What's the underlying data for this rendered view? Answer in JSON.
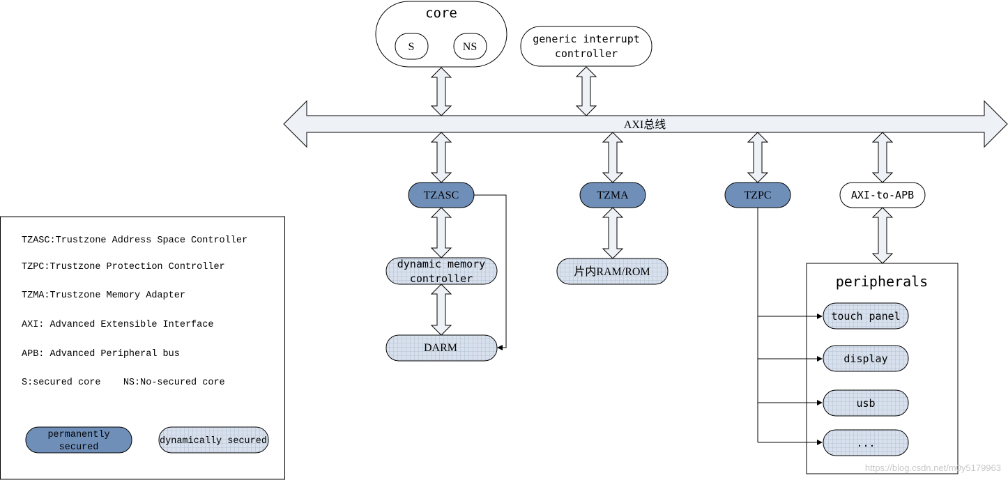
{
  "colors": {
    "permanent_fill": "#6f8fb9",
    "dynamic_fill": "#cdd7e6",
    "stroke": "#000000",
    "bus_fill": "#eef2f7"
  },
  "bus": {
    "label": "AXI总线"
  },
  "core": {
    "label": "core",
    "secure": "S",
    "nonsecure": "NS"
  },
  "gic": {
    "line1": "generic interrupt",
    "line2": "controller"
  },
  "nodes": {
    "tzasc": "TZASC",
    "tzma": "TZMA",
    "tzpc": "TZPC",
    "axi_apb": "AXI-to-APB",
    "dmc_line1": "dynamic memory",
    "dmc_line2": "controller",
    "darm": "DARM",
    "ram_rom": "片内RAM/ROM"
  },
  "peripherals": {
    "title": "peripherals",
    "items": [
      "touch panel",
      "display",
      "usb",
      "..."
    ]
  },
  "legend": {
    "lines": [
      "TZASC:Trustzone Address Space Controller",
      "TZPC:Trustzone Protection Controller",
      "TZMA:Trustzone Memory Adapter",
      "AXI: Advanced Extensible Interface",
      "APB: Advanced Peripheral bus",
      "S:secured core    NS:No-secured core"
    ],
    "permanent_line1": "permanently",
    "permanent_line2": "secured",
    "dynamic_label": "dynamically secured"
  },
  "watermark": "https://blog.csdn.net/m0y5179963"
}
